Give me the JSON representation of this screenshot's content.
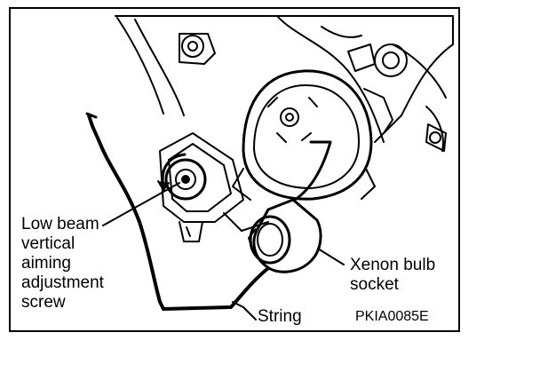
{
  "labels": {
    "low_beam": [
      "Low beam",
      "vertical",
      "aiming",
      "adjustment",
      "screw"
    ],
    "xenon": [
      "Xenon bulb",
      "socket"
    ],
    "string": "String",
    "figure_code": "PKIA0085E"
  }
}
